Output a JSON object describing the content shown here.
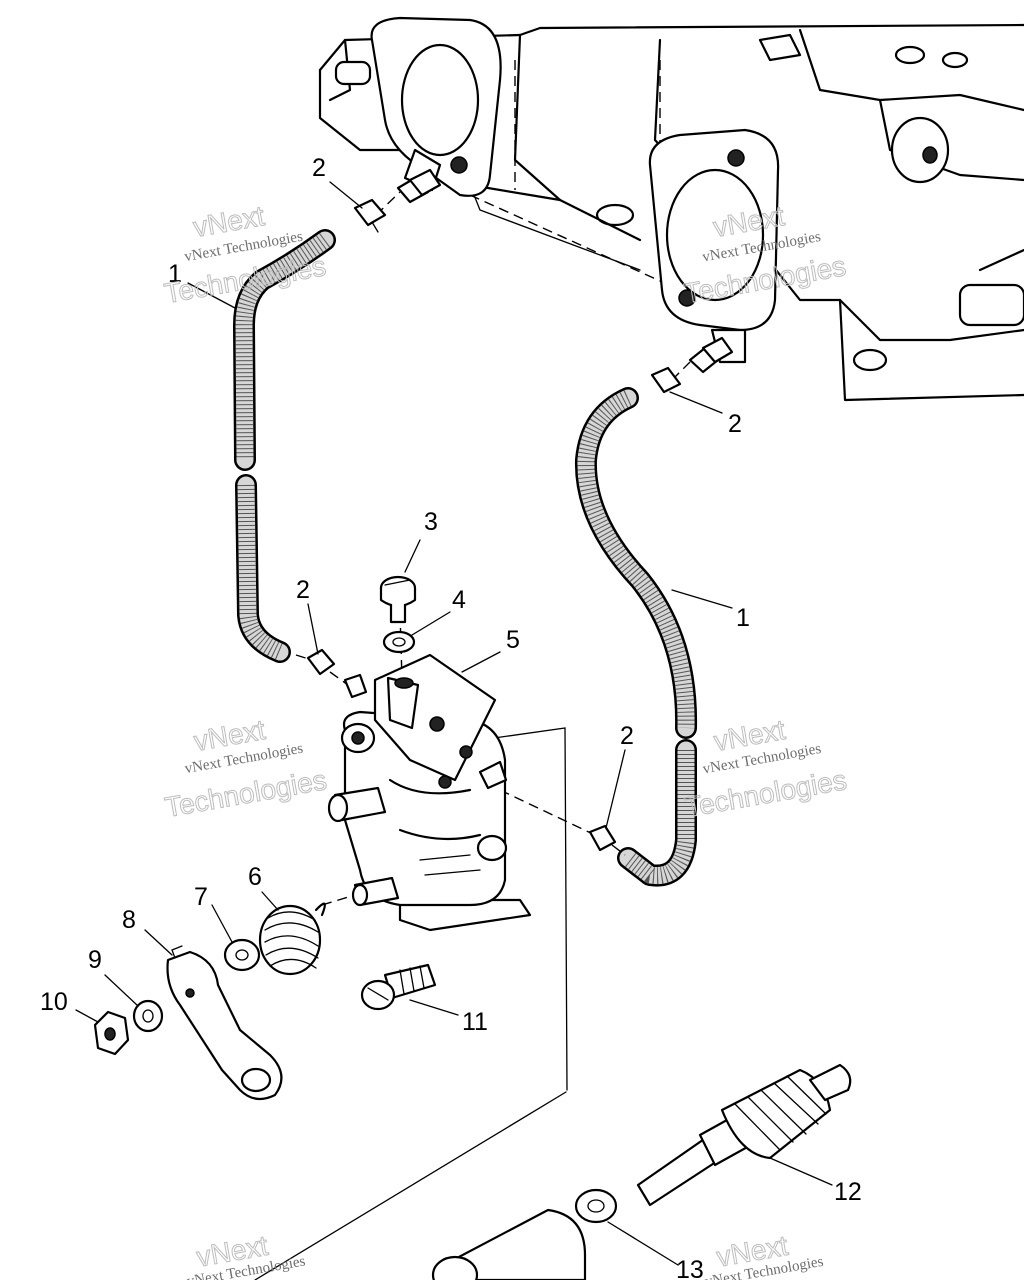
{
  "diagram": {
    "callouts": [
      "1",
      "2",
      "3",
      "4",
      "5",
      "6",
      "7",
      "8",
      "9",
      "10",
      "11",
      "12",
      "13"
    ],
    "watermark": {
      "line": "vNext Technologies",
      "big_a": "vNext",
      "big_b": "Technologies"
    }
  }
}
